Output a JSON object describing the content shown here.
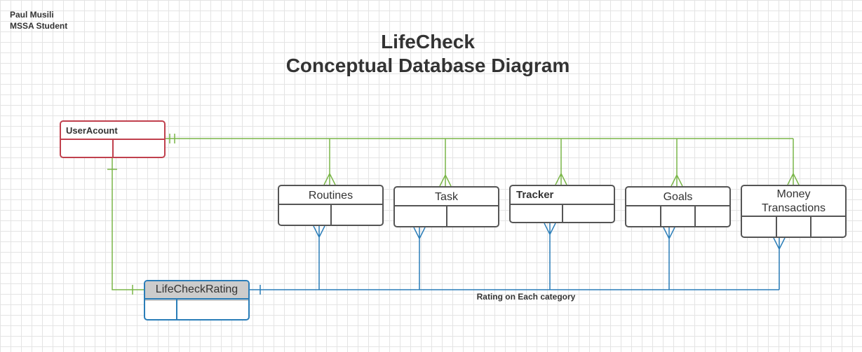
{
  "author": {
    "name": "Paul Musili",
    "role": "MSSA Student"
  },
  "title": {
    "line1": "LifeCheck",
    "line2": "Conceptual Database Diagram"
  },
  "entities": {
    "user_account": "UserAcount",
    "routines": "Routines",
    "task": "Task",
    "tracker": "Tracker",
    "goals": "Goals",
    "money_transactions": "Money\nTransactions",
    "life_check_rating": "LifeCheckRating"
  },
  "relationship_label": "Rating on Each category",
  "colors": {
    "user_entity": "#c0404d",
    "rating_entity": "#2a7db8",
    "green_links": "#7ab648",
    "blue_links": "#2a7db8",
    "entity_border": "#555555",
    "rating_header_fill": "#cccccc"
  }
}
